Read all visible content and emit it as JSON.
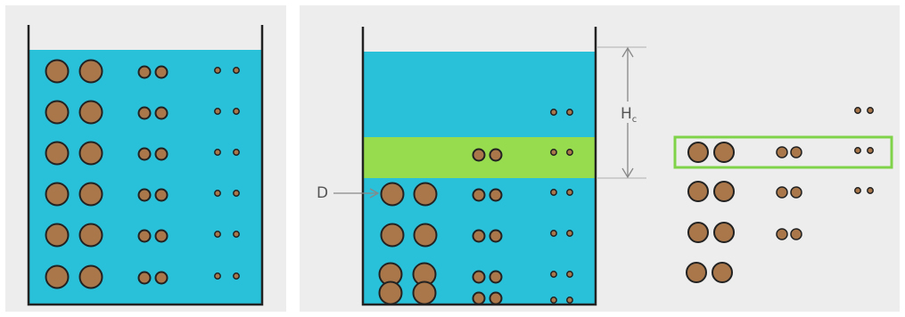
{
  "labels": {
    "height_main": "H",
    "height_sub": "c",
    "diameter": "D"
  },
  "colors": {
    "water": "#29c0d9",
    "band": "#97dc4e",
    "particle": "#a9774a",
    "outline": "#222222",
    "highlight_border": "#7fd349",
    "background": "#ededed"
  },
  "icons": [
    "particle-large-icon",
    "particle-medium-icon",
    "particle-small-icon",
    "arrow-icon"
  ]
}
